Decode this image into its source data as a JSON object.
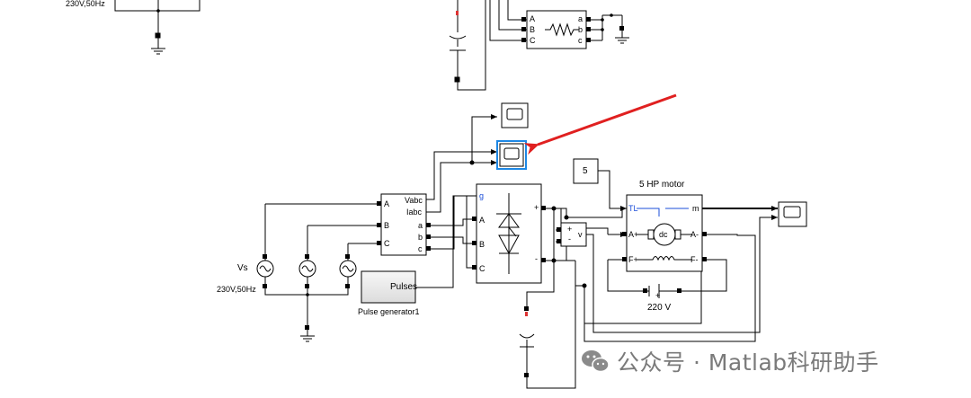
{
  "top_source": {
    "freq_label": "230V,50Hz"
  },
  "top_load": {
    "ports_left": [
      "A",
      "B",
      "C"
    ],
    "ports_right": [
      "a",
      "b",
      "c"
    ]
  },
  "measurement": {
    "out_top": "Vabc",
    "out_bottom": "Iabc",
    "in_ports": [
      "A",
      "B",
      "C"
    ],
    "out_ports": [
      "a",
      "b",
      "c"
    ]
  },
  "source": {
    "name": "Vs",
    "freq_label": "230V,50Hz"
  },
  "pulse_gen": {
    "port": "Pulses",
    "name": "Pulse generator1"
  },
  "thyristor_bridge": {
    "gate": "g",
    "ports_in": [
      "A",
      "B",
      "C"
    ],
    "plus": "+",
    "minus": "-"
  },
  "voltmeter": {
    "plus": "+",
    "minus": "-",
    "out": "v"
  },
  "constant": {
    "value": "5"
  },
  "motor": {
    "title": "5 HP motor",
    "ports": {
      "tl": "TL",
      "m": "m",
      "a_plus": "A+",
      "a_minus": "A-",
      "f_plus": "F+",
      "f_minus": "F-"
    },
    "armature": "dc"
  },
  "field_supply": {
    "label": "220 V",
    "plus": "+"
  },
  "watermark": {
    "text": "公众号 · Matlab科研助手"
  },
  "colors": {
    "wire": "#000000",
    "selected": "#1e88e5",
    "arrow": "#e02020",
    "block_bg": "#ffffff",
    "subsystem_bg": "#eeeeee"
  }
}
